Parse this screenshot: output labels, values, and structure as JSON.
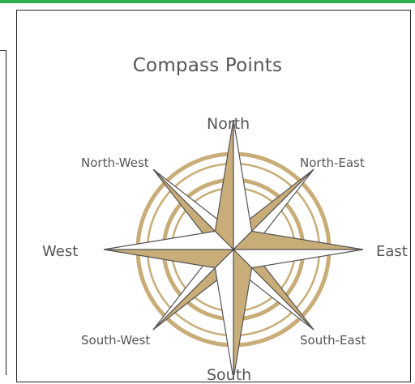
{
  "diagram": {
    "title": "Compass Points",
    "directions": {
      "north": "North",
      "north_east": "North-East",
      "east": "East",
      "south_east": "South-East",
      "south": "South",
      "south_west": "South-West",
      "west": "West",
      "north_west": "North-West"
    }
  },
  "colors": {
    "accent_bar": "#2fae4a",
    "gold": "#c9ad78",
    "star_outline": "#555555",
    "text": "#555555"
  }
}
